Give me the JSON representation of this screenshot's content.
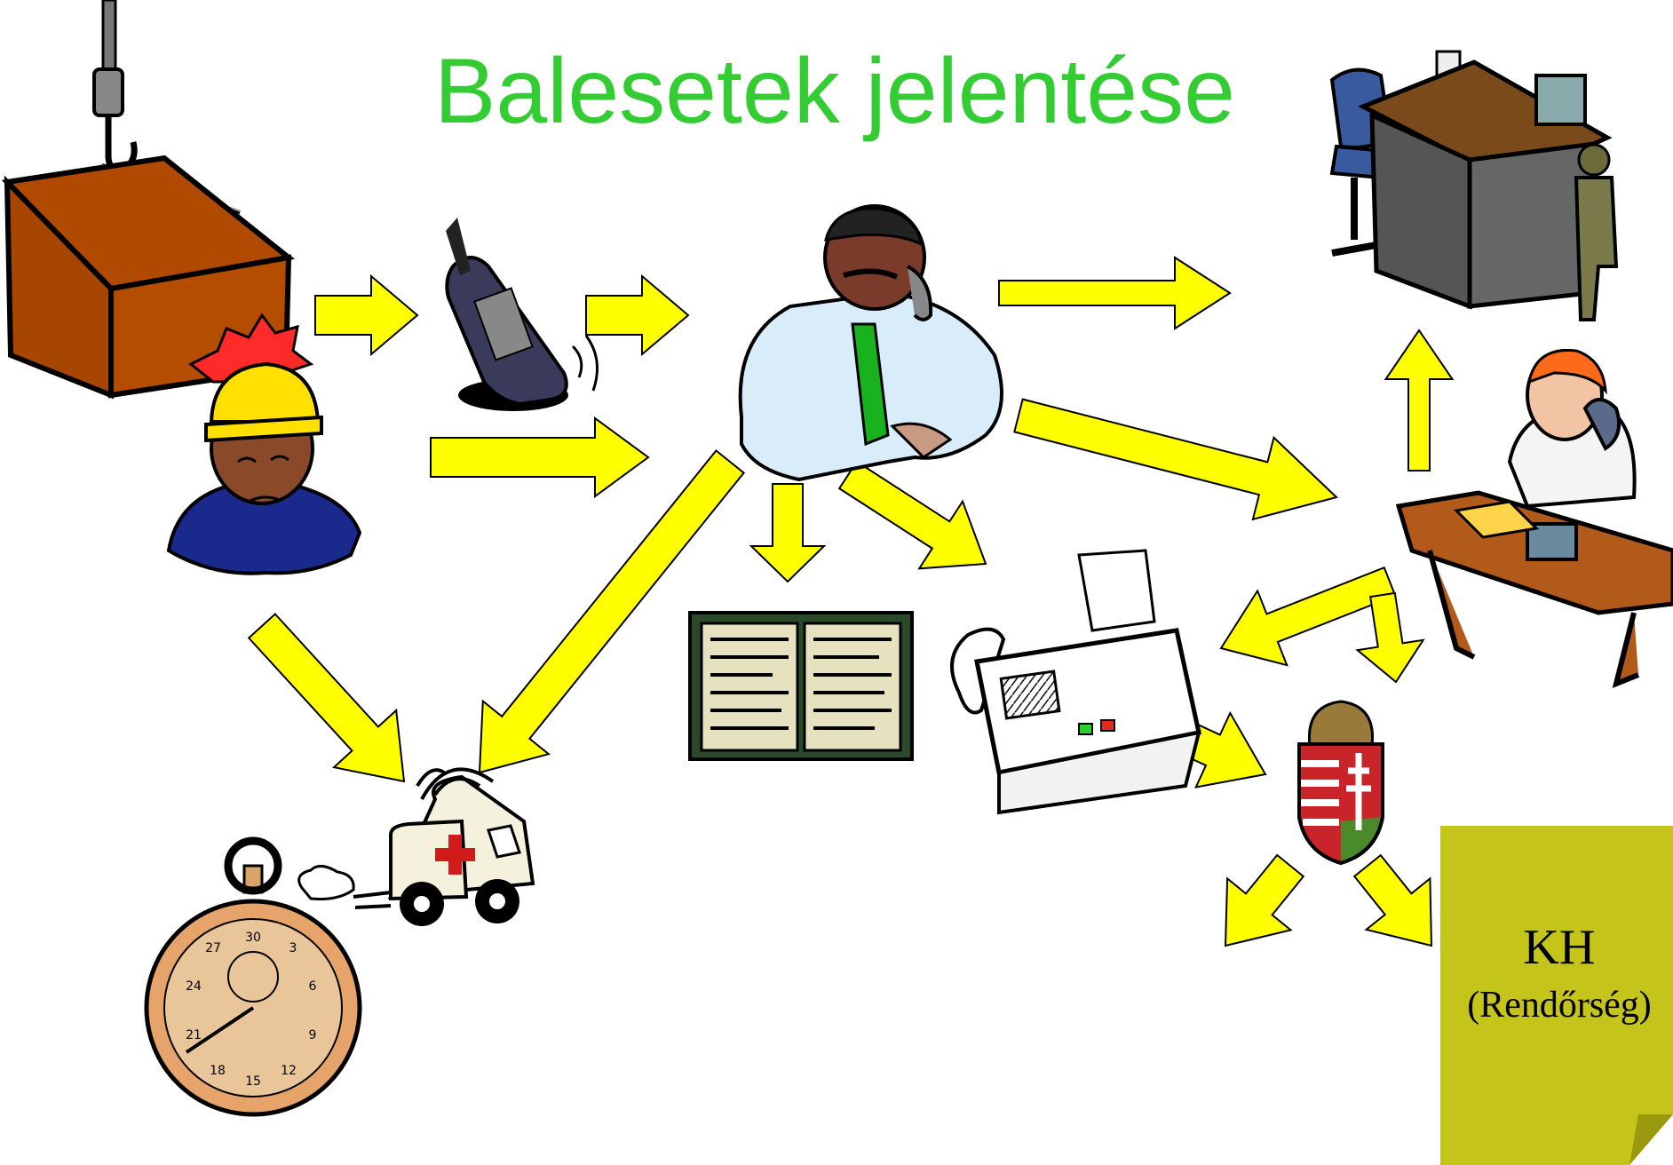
{
  "title": "Balesetek jelentése",
  "note": {
    "main": "KH",
    "sub": "(Rendőrség)"
  },
  "colors": {
    "title": "#33cc33",
    "arrow_fill": "#ffff00",
    "arrow_stroke": "#000000",
    "note_fill": "#c4c41a"
  },
  "illustrations": [
    "crane-crate-icon",
    "injured-worker-icon",
    "mobile-phone-icon",
    "manager-on-phone-icon",
    "office-desk-icon",
    "man-at-desk-phone-icon",
    "record-book-icon",
    "fax-machine-icon",
    "hungarian-coat-of-arms-icon",
    "ambulance-icon",
    "stopwatch-icon"
  ]
}
